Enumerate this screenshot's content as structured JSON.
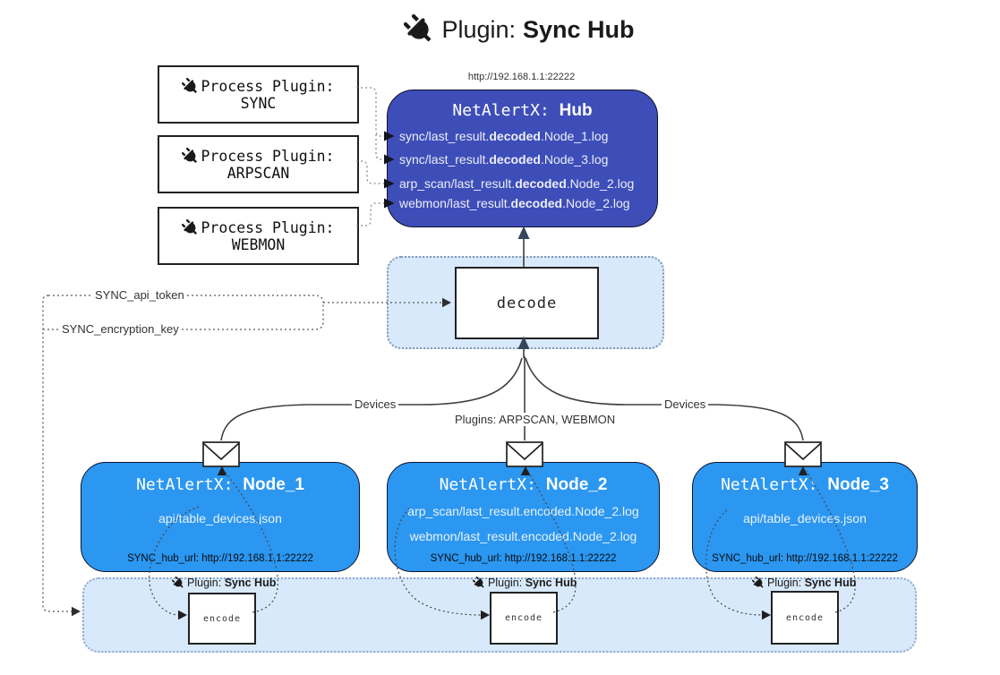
{
  "title": {
    "prefix": "Plugin: ",
    "bold": "Sync Hub"
  },
  "hub": {
    "url": "http://192.168.1.1:22222",
    "name_prefix": "NetAlertX: ",
    "name_bold": "Hub",
    "files": [
      {
        "pre": "sync/last_result.",
        "bold": "decoded",
        "post": ".Node_1.log"
      },
      {
        "pre": "sync/last_result.",
        "bold": "decoded",
        "post": ".Node_3.log"
      },
      {
        "pre": "arp_scan/last_result.",
        "bold": "decoded",
        "post": ".Node_2.log"
      },
      {
        "pre": "webmon/last_result.",
        "bold": "decoded",
        "post": ".Node_2.log"
      }
    ]
  },
  "process_plugins": [
    {
      "line1": "Process Plugin:",
      "line2": "SYNC"
    },
    {
      "line1": "Process Plugin:",
      "line2": "ARPSCAN"
    },
    {
      "line1": "Process Plugin:",
      "line2": "WEBMON"
    }
  ],
  "tokens": {
    "api_token": "SYNC_api_token",
    "encryption_key": "SYNC_encryption_key"
  },
  "decode": {
    "label": "decode"
  },
  "edges": {
    "devices_left": "Devices",
    "devices_right": "Devices",
    "plugins_mid": "Plugins: ARPSCAN, WEBMON"
  },
  "nodes": [
    {
      "name_prefix": "NetAlertX: ",
      "name_bold": "Node_1",
      "files": [
        "api/table_devices.json"
      ],
      "hub_url": "SYNC_hub_url: http://192.168.1.1:22222"
    },
    {
      "name_prefix": "NetAlertX: ",
      "name_bold": "Node_2",
      "files": [
        "arp_scan/last_result.encoded.Node_2.log",
        "webmon/last_result.encoded.Node_2.log"
      ],
      "hub_url": "SYNC_hub_url: http://192.168.1.1:22222"
    },
    {
      "name_prefix": "NetAlertX: ",
      "name_bold": "Node_3",
      "files": [
        "api/table_devices.json"
      ],
      "hub_url": "SYNC_hub_url: http://192.168.1.1:22222"
    }
  ],
  "encoders": [
    {
      "label_prefix": "Plugin: ",
      "label_bold": "Sync Hub",
      "box_label": "encode"
    },
    {
      "label_prefix": "Plugin: ",
      "label_bold": "Sync Hub",
      "box_label": "encode"
    },
    {
      "label_prefix": "Plugin: ",
      "label_bold": "Sync Hub",
      "box_label": "encode"
    }
  ],
  "icons": {
    "plug": "plug-icon",
    "envelope": "envelope-icon",
    "file_marker": "triangle-right-marker"
  },
  "colors": {
    "hub_fill": "#3e4eb8",
    "node_fill": "#2b97f1",
    "container_fill": "#d8e9fb",
    "container_border": "#8faac6",
    "line": "#3d3d3d",
    "arrowhead_dark": "#36455c"
  }
}
